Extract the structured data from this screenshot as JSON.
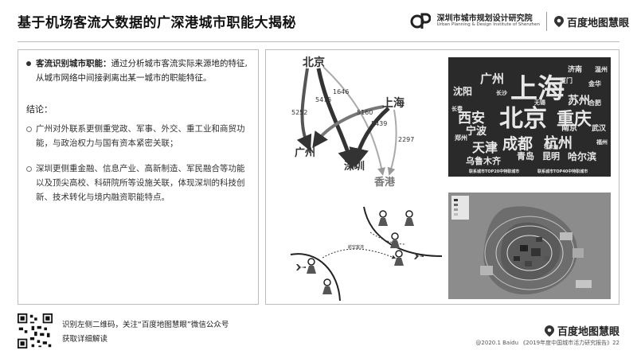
{
  "title": "基于机场客流大数据的广深港城市职能大揭秘",
  "org": {
    "name_cn": "深圳市城市规划设计研究院",
    "name_en": "Urban Planning & Design Institute of Shenzhen"
  },
  "brand": "百度地图慧眼",
  "left": {
    "main_bold": "客流识别城市职能：",
    "main_text": "通过分析城市客流实际来源地的特征, 从城市网络中间接剥离出某一城市的职能特征。",
    "conclusion_label": "结论：",
    "bullets": [
      "广州对外联系更侧重党政、军事、外交、重工业和商贸功能，与政治权力与国有资本紧密关联；",
      "深圳更侧重金融、信息产业、高新制造、军民融合等功能以及顶尖高校、科研院所等设施关联，体现深圳的科技创新、技术转化与境内融资职能特点。"
    ]
  },
  "flow": {
    "cities": {
      "beijing": "北京",
      "shanghai": "上海",
      "guangzhou": "广州",
      "shenzhen": "深圳",
      "hongkong": "香港"
    },
    "values": {
      "v5252": "5252",
      "v5475": "5475",
      "v1646": "1646",
      "v5160": "5160",
      "v5439": "5439",
      "v2297": "2297"
    }
  },
  "airport": {
    "label": "航空客流"
  },
  "cloud": {
    "words": [
      "上海",
      "北京",
      "重庆",
      "成都",
      "天津",
      "杭州",
      "西安",
      "广州",
      "宁波",
      "苏州",
      "沈阳",
      "南京",
      "青岛",
      "昆明",
      "哈尔滨",
      "乌鲁木齐",
      "长沙",
      "厦门",
      "武汉",
      "郑州",
      "合肥",
      "长春",
      "无锡",
      "济南",
      "金华",
      "石家庄",
      "南昌",
      "福州",
      "温州"
    ],
    "caption_left": "联系城市TOP20中特职城市",
    "caption_right": "联系城市TOP40中特职城市"
  },
  "footer": {
    "qr_line1": "识别左侧二维码，关注“百度地图慧眼”微信公众号",
    "qr_line2": "获取详细解读",
    "note": "@2020.1 Baidu 《2019年度中国城市活力研究报告》22"
  }
}
